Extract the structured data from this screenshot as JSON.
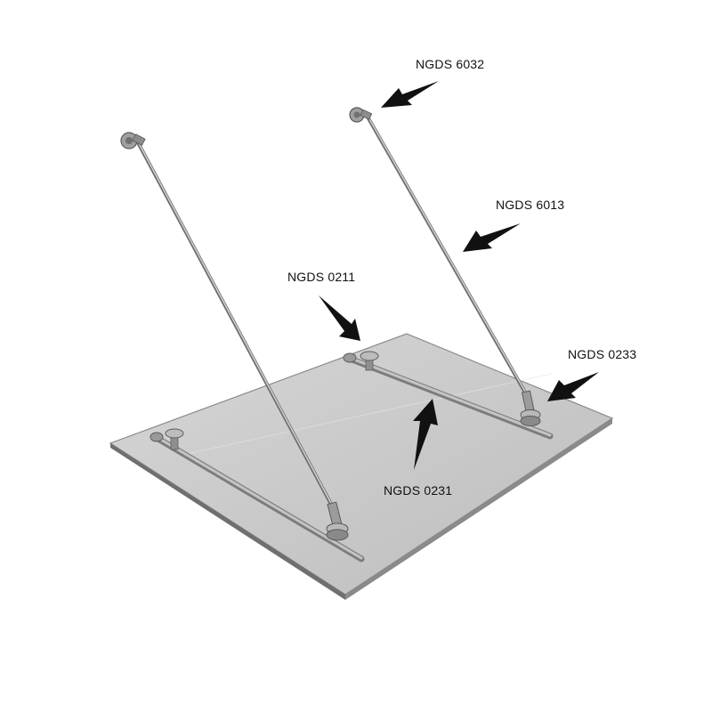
{
  "colors": {
    "glass_fill": "#c8c8c8",
    "glass_edge": "#7a7a7a",
    "steel": "#a6a6a6",
    "steel_dark": "#6c6c6c",
    "arrow": "#111111",
    "label": "#111111"
  },
  "callouts": [
    {
      "id": "ngds-6032",
      "label": "NGDS 6032"
    },
    {
      "id": "ngds-6013",
      "label": "NGDS 6013"
    },
    {
      "id": "ngds-0211",
      "label": "NGDS 0211"
    },
    {
      "id": "ngds-0233",
      "label": "NGDS 0233"
    },
    {
      "id": "ngds-0231",
      "label": "NGDS 0231"
    }
  ]
}
